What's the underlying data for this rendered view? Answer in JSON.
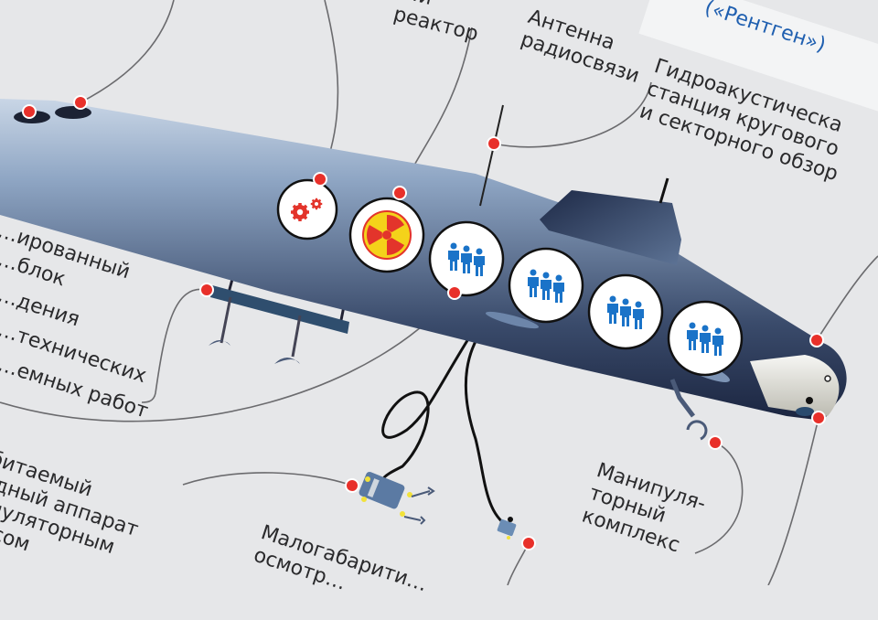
{
  "title": "Submarine infographic",
  "colors": {
    "background": "#e6e7e9",
    "hull_dark": "#1f2a44",
    "hull_light": "#8fa6c4",
    "marker": "#e8302a",
    "people_icon": "#1a73c8",
    "reactor_red": "#e3342b",
    "reactor_yellow": "#f4d21a",
    "accent_text": "#1f5fb0"
  },
  "labels": {
    "reactor": [
      "…й",
      "реактор"
    ],
    "antenna": [
      "Антенна",
      "радиосвязи"
    ],
    "sonar": [
      "Гидроакустическа",
      "станция кругового",
      "и секторного обзор"
    ],
    "top_note": [
      "(«Рентген»)"
    ],
    "work_block": [
      "…ированный",
      "…блок",
      "…дения",
      "…технических",
      "…емных работ"
    ],
    "rov": [
      "…обитаемый",
      "…водный аппарат",
      "…нипуляторным",
      "…лексом"
    ],
    "small_rov": [
      "Малогабарити…",
      "осмотр…"
    ],
    "manipulator": [
      "Манипуля-",
      "торный",
      "комплекс"
    ]
  },
  "compartments": [
    {
      "icon": "gears-icon"
    },
    {
      "icon": "radiation-icon"
    },
    {
      "icon": "crew-icon"
    },
    {
      "icon": "crew-icon"
    },
    {
      "icon": "crew-icon"
    },
    {
      "icon": "crew-icon"
    }
  ]
}
